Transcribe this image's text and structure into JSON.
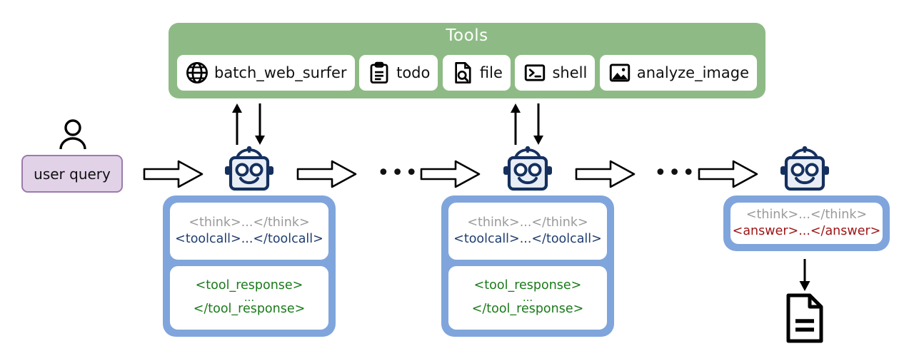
{
  "tools_panel": {
    "title": "Tools",
    "bg_color": "#8ebb85",
    "tools": [
      {
        "icon": "globe-icon",
        "label": "batch_web_surfer"
      },
      {
        "icon": "clipboard-icon",
        "label": "todo"
      },
      {
        "icon": "document-search-icon",
        "label": "file"
      },
      {
        "icon": "terminal-icon",
        "label": "shell"
      },
      {
        "icon": "image-icon",
        "label": "analyze_image"
      }
    ]
  },
  "user": {
    "icon": "person-icon",
    "query_label": "user query",
    "box_fill": "#e2d2e8",
    "box_border": "#9b7bab"
  },
  "flow": {
    "arrow_icon": "block-arrow-right-icon",
    "ellipsis": "•••",
    "up_arrow_icon": "arrow-up-icon",
    "down_arrow_icon": "arrow-down-icon",
    "final_arrow_icon": "arrow-down-icon",
    "output_icon": "document-icon",
    "robot_icon": "robot-icon"
  },
  "agents": [
    {
      "name": "agent-step-1",
      "panel_color": "#7fa5dc",
      "message_card": {
        "think": "<think>...</think>",
        "action": "<toolcall>...</toolcall>",
        "think_color": "#9a9a9a",
        "action_color": "#1f3d70"
      },
      "tool_response_card": {
        "open_tag": "<tool_response>",
        "ellipsis": "...",
        "close_tag": "</tool_response>",
        "color": "#1a7a1a"
      }
    },
    {
      "name": "agent-step-2",
      "panel_color": "#7fa5dc",
      "message_card": {
        "think": "<think>...</think>",
        "action": "<toolcall>...</toolcall>",
        "think_color": "#9a9a9a",
        "action_color": "#1f3d70"
      },
      "tool_response_card": {
        "open_tag": "<tool_response>",
        "ellipsis": "...",
        "close_tag": "</tool_response>",
        "color": "#1a7a1a"
      }
    },
    {
      "name": "agent-step-final",
      "panel_color": "#7fa5dc",
      "message_card": {
        "think": "<think>...</think>",
        "action": "<answer>...</answer>",
        "think_color": "#9a9a9a",
        "action_color": "#9e1414"
      }
    }
  ]
}
